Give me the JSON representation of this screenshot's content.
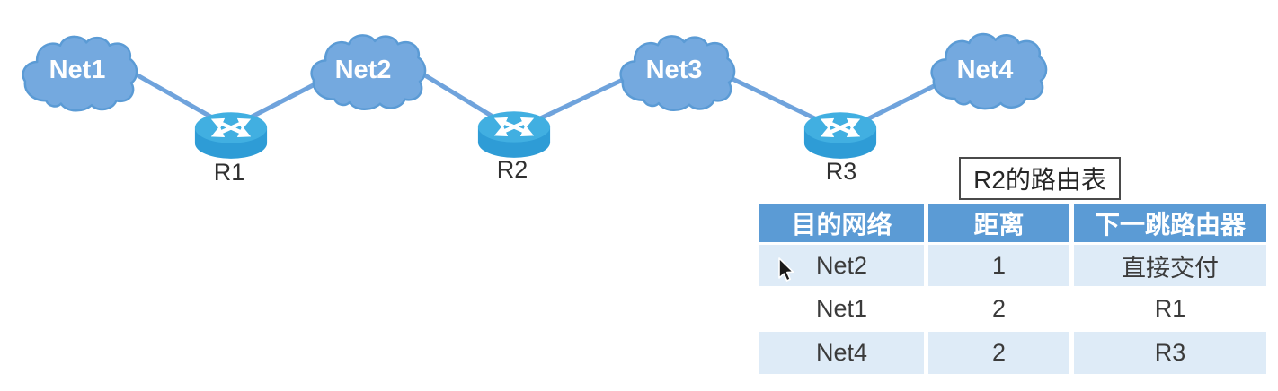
{
  "diagram": {
    "clouds": [
      {
        "label": "Net1"
      },
      {
        "label": "Net2"
      },
      {
        "label": "Net3"
      },
      {
        "label": "Net4"
      }
    ],
    "routers": [
      {
        "label": "R1"
      },
      {
        "label": "R2"
      },
      {
        "label": "R3"
      }
    ]
  },
  "routing_table": {
    "title": "R2的路由表",
    "headers": [
      "目的网络",
      "距离",
      "下一跳路由器"
    ],
    "rows": [
      [
        "Net2",
        "1",
        "直接交付"
      ],
      [
        "Net1",
        "2",
        "R1"
      ],
      [
        "Net4",
        "2",
        "R3"
      ]
    ]
  },
  "colors": {
    "cloud_fill": "#74A9DF",
    "cloud_stroke": "#5B9BD5",
    "link": "#6FA3DC",
    "router_top": "#41AFE1",
    "router_side": "#2E9CD6",
    "table_header_bg": "#5B9BD5",
    "table_alt_row_bg": "#DEEBF7",
    "text_dark": "#3B3B3B"
  }
}
